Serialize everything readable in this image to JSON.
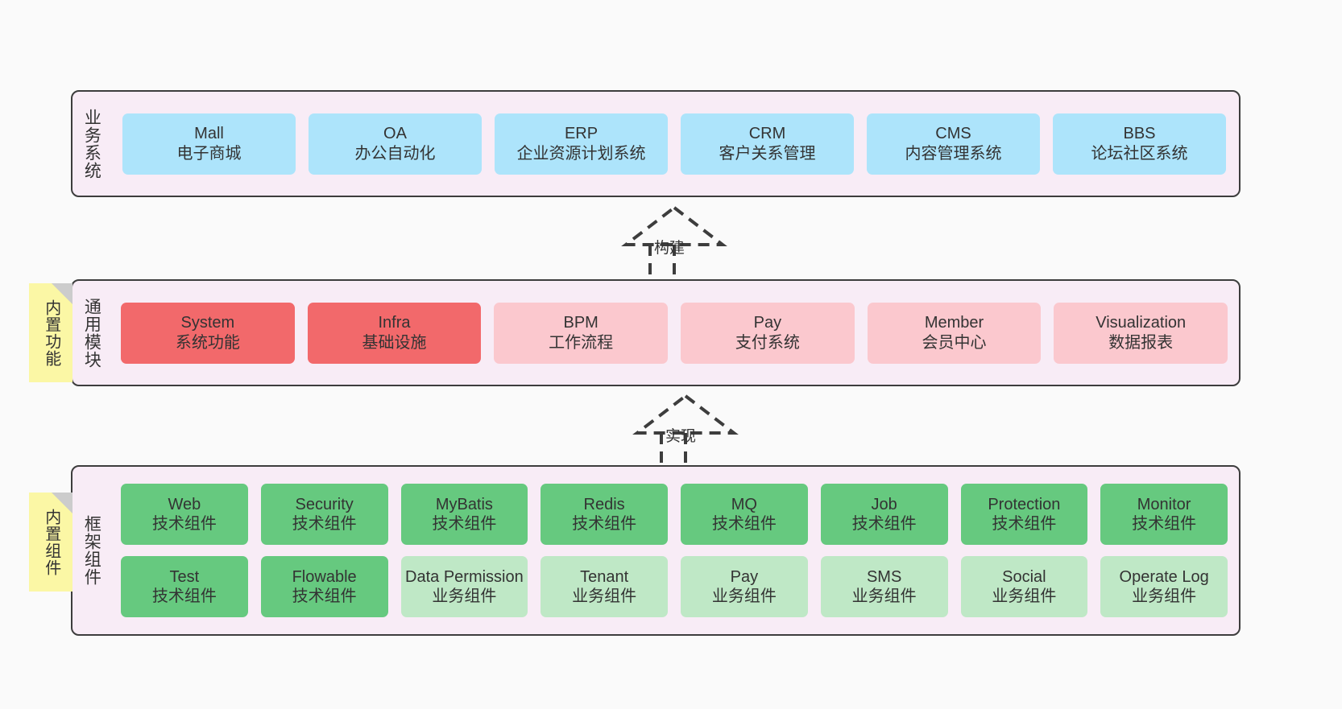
{
  "diagram": {
    "background_color": "#fafafa",
    "band_background": "#f8ecf6",
    "band_border": "#3d3d3d",
    "colors": {
      "blue": "#ade4fb",
      "red": "#f2696b",
      "pink": "#fbc8ce",
      "green": "#66c97f",
      "light_green": "#bfe8c6",
      "tag_yellow": "#fbf7a5",
      "tag_fold": "#cccccc"
    }
  },
  "tags": [
    {
      "label": "内置功能",
      "name": "builtin-function-tag"
    },
    {
      "label": "内置组件",
      "name": "builtin-component-tag"
    }
  ],
  "arrows": [
    {
      "label": "构建",
      "name": "build-arrow",
      "style": "dashed-generalization"
    },
    {
      "label": "实现",
      "name": "implement-arrow",
      "style": "dashed-generalization"
    }
  ],
  "layers": [
    {
      "id": "business",
      "label": "业务系统",
      "rows": [
        [
          {
            "title": "Mall",
            "sub": "电子商城",
            "color": "blue"
          },
          {
            "title": "OA",
            "sub": "办公自动化",
            "color": "blue"
          },
          {
            "title": "ERP",
            "sub": "企业资源计划系统",
            "color": "blue"
          },
          {
            "title": "CRM",
            "sub": "客户关系管理",
            "color": "blue"
          },
          {
            "title": "CMS",
            "sub": "内容管理系统",
            "color": "blue"
          },
          {
            "title": "BBS",
            "sub": "论坛社区系统",
            "color": "blue"
          }
        ]
      ]
    },
    {
      "id": "modules",
      "label": "通用模块",
      "rows": [
        [
          {
            "title": "System",
            "sub": "系统功能",
            "color": "red"
          },
          {
            "title": "Infra",
            "sub": "基础设施",
            "color": "red"
          },
          {
            "title": "BPM",
            "sub": "工作流程",
            "color": "pink"
          },
          {
            "title": "Pay",
            "sub": "支付系统",
            "color": "pink"
          },
          {
            "title": "Member",
            "sub": "会员中心",
            "color": "pink"
          },
          {
            "title": "Visualization",
            "sub": "数据报表",
            "color": "pink"
          }
        ]
      ]
    },
    {
      "id": "framework",
      "label": "框架组件",
      "rows": [
        [
          {
            "title": "Web",
            "sub": "技术组件",
            "color": "green"
          },
          {
            "title": "Security",
            "sub": "技术组件",
            "color": "green"
          },
          {
            "title": "MyBatis",
            "sub": "技术组件",
            "color": "green"
          },
          {
            "title": "Redis",
            "sub": "技术组件",
            "color": "green"
          },
          {
            "title": "MQ",
            "sub": "技术组件",
            "color": "green"
          },
          {
            "title": "Job",
            "sub": "技术组件",
            "color": "green"
          },
          {
            "title": "Protection",
            "sub": "技术组件",
            "color": "green"
          },
          {
            "title": "Monitor",
            "sub": "技术组件",
            "color": "green"
          }
        ],
        [
          {
            "title": "Test",
            "sub": "技术组件",
            "color": "green"
          },
          {
            "title": "Flowable",
            "sub": "技术组件",
            "color": "green"
          },
          {
            "title": "Data Permission",
            "sub": "业务组件",
            "color": "lightgreen",
            "wrap": true
          },
          {
            "title": "Tenant",
            "sub": "业务组件",
            "color": "lightgreen"
          },
          {
            "title": "Pay",
            "sub": "业务组件",
            "color": "lightgreen"
          },
          {
            "title": "SMS",
            "sub": "业务组件",
            "color": "lightgreen"
          },
          {
            "title": "Social",
            "sub": "业务组件",
            "color": "lightgreen"
          },
          {
            "title": "Operate Log",
            "sub": "业务组件",
            "color": "lightgreen"
          }
        ]
      ]
    }
  ]
}
